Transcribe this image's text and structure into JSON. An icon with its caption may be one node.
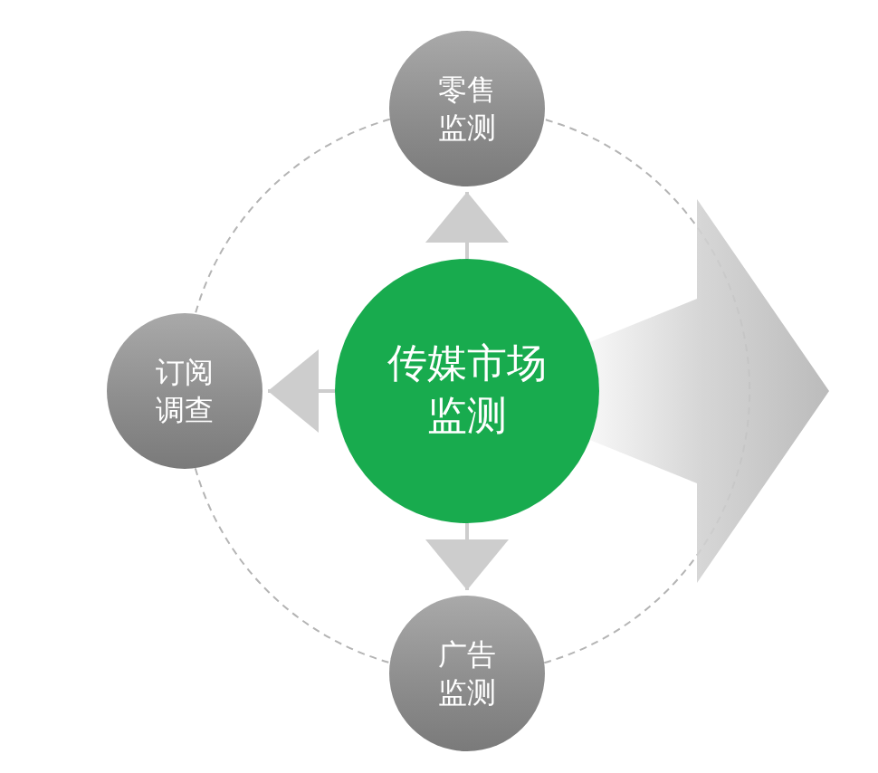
{
  "diagram": {
    "nodes": [
      {
        "text": [
          "零售监测"
        ]
      },
      {
        "text": [
          "订阅调查"
        ]
      },
      {
        "text": [
          "传媒市场监测"
        ]
      },
      {
        "text": [
          "广告监测"
        ]
      }
    ],
    "edges": [
      {
        "from": 2,
        "to": 0,
        "arrow": "to"
      },
      {
        "from": 2,
        "to": 1,
        "arrow": "to"
      },
      {
        "from": 2,
        "to": 3,
        "arrow": "to"
      },
      {
        "from": 2,
        "to": null,
        "arrow": "to"
      },
      {
        "from": 0,
        "to": 1,
        "arrow": "none",
        "style": "dashed"
      },
      {
        "from": 1,
        "to": 3,
        "arrow": "none",
        "style": "dashed"
      },
      {
        "from": 3,
        "to": 0,
        "arrow": "none",
        "style": "dashed"
      }
    ]
  }
}
